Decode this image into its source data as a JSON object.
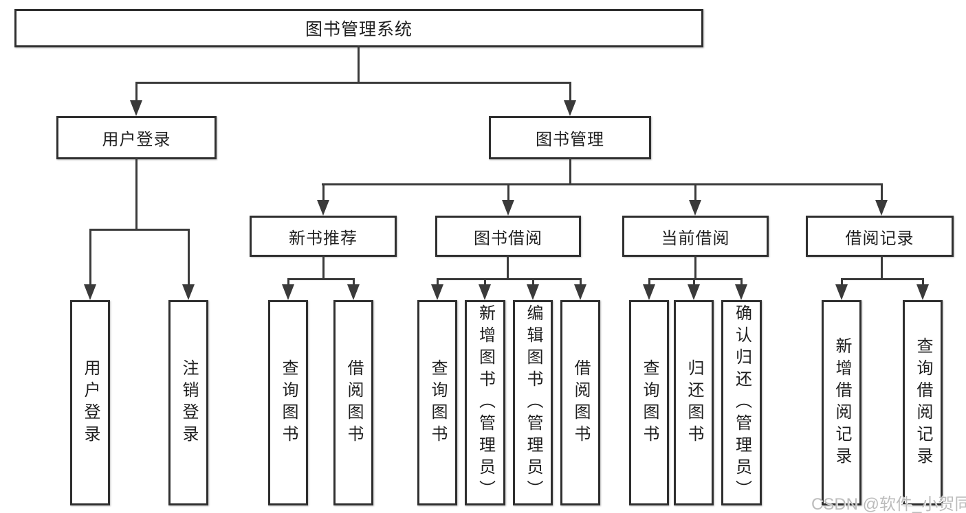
{
  "diagram": {
    "root": {
      "label": "图书管理系统"
    },
    "branches": [
      {
        "label": "用户登录",
        "children": [
          {
            "label": "用户登录"
          },
          {
            "label": "注销登录"
          }
        ]
      },
      {
        "label": "图书管理",
        "children": [
          {
            "label": "新书推荐",
            "children": [
              {
                "label": "查询图书"
              },
              {
                "label": "借阅图书"
              }
            ]
          },
          {
            "label": "图书借阅",
            "children": [
              {
                "label": "查询图书"
              },
              {
                "label": "新增图书（管理员）"
              },
              {
                "label": "编辑图书（管理员）"
              },
              {
                "label": "借阅图书"
              }
            ]
          },
          {
            "label": "当前借阅",
            "children": [
              {
                "label": "查询图书"
              },
              {
                "label": "归还图书"
              },
              {
                "label": "确认归还（管理员）"
              }
            ]
          },
          {
            "label": "借阅记录",
            "children": [
              {
                "label": "新增借阅记录"
              },
              {
                "label": "查询借阅记录"
              }
            ]
          }
        ]
      }
    ]
  },
  "watermark": {
    "text": "CSDN @软件_小贺同学"
  },
  "colors": {
    "line": "#3a3a3a",
    "border": "#2f2f2f",
    "text": "#1f1f1f",
    "watermark": "#bcbcbc",
    "background": "#ffffff"
  }
}
